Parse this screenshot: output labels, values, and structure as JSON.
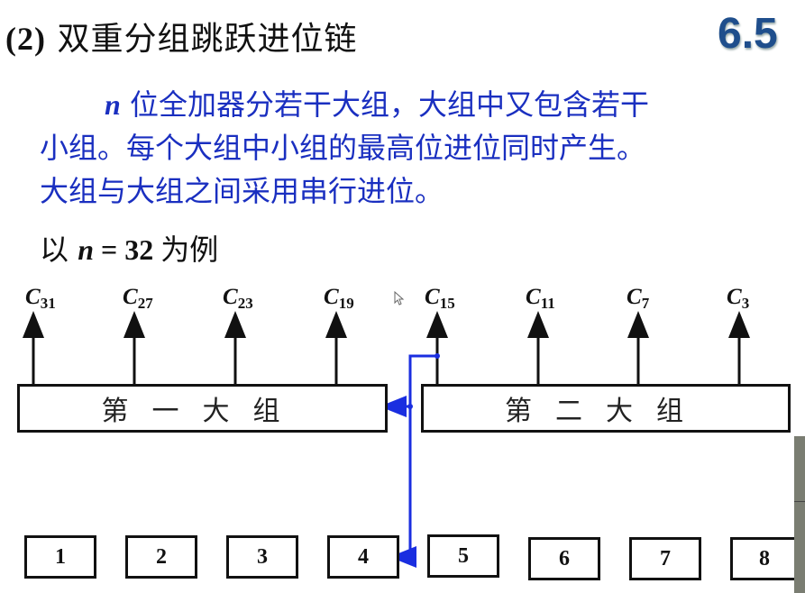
{
  "slide": {
    "title_prefix": "(2)",
    "title_text": "双重分组跳跃进位链",
    "section_number": "6.5",
    "paragraph": {
      "lines": [
        {
          "var": "n",
          "text": " 位全加器分若干大组，大组中又包含若干"
        },
        {
          "text": "小组。每个大组中小组的最高位进位同时产生。"
        },
        {
          "text": "大组与大组之间采用串行进位。"
        }
      ]
    },
    "example": {
      "prefix": "以 ",
      "var": "n",
      "equation": " = 32 ",
      "suffix": "为例"
    },
    "colors": {
      "paragraph_text": "#1a2fc0",
      "section_number": "#1f4e8c",
      "carry_wire": "#1a2ee0"
    }
  },
  "diagram": {
    "carry_outputs": [
      {
        "base": "C",
        "sub": "31"
      },
      {
        "base": "C",
        "sub": "27"
      },
      {
        "base": "C",
        "sub": "23"
      },
      {
        "base": "C",
        "sub": "19"
      },
      {
        "base": "C",
        "sub": "15"
      },
      {
        "base": "C",
        "sub": "11"
      },
      {
        "base": "C",
        "sub": "7"
      },
      {
        "base": "C",
        "sub": "3"
      }
    ],
    "big_groups": [
      {
        "label": "第一大组"
      },
      {
        "label": "第二大组"
      }
    ],
    "small_groups": [
      "1",
      "2",
      "3",
      "4",
      "5",
      "6",
      "7",
      "8"
    ]
  }
}
